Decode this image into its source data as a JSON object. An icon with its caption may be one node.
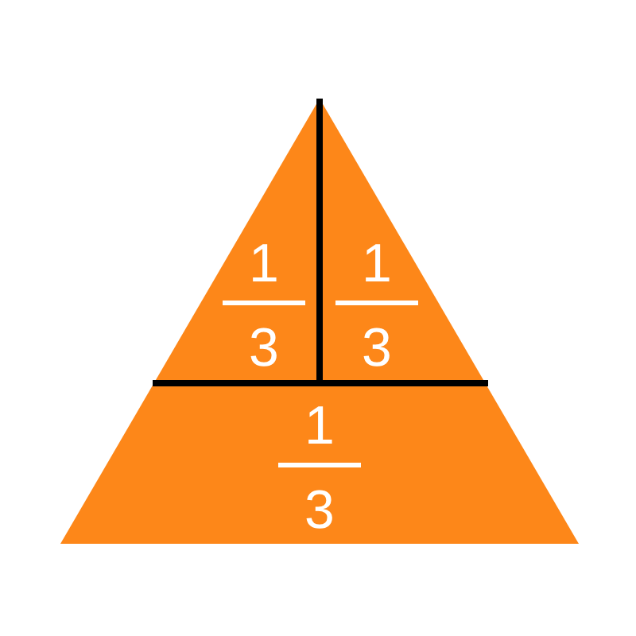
{
  "diagram": {
    "nodes": [
      {
        "text": [],
        "shape": "triangle"
      },
      {
        "text": [
          "1",
          "3"
        ],
        "in": 0
      },
      {
        "text": [
          "1",
          "3"
        ],
        "in": 0
      },
      {
        "text": [
          "1",
          "3"
        ],
        "in": 0
      }
    ]
  }
}
